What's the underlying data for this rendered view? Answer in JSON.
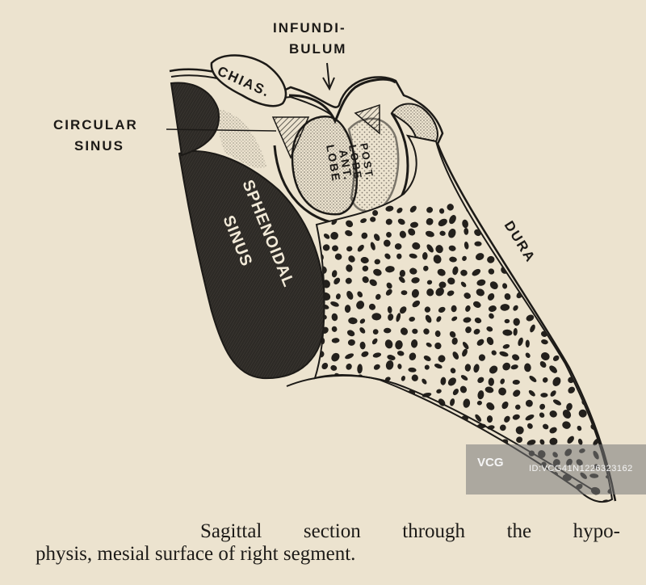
{
  "labels": {
    "infundibulum_line1": "INFUNDI-",
    "infundibulum_line2": "BULUM",
    "chiasma": "CHIAS.",
    "circular_sinus_line1": "CIRCULAR",
    "circular_sinus_line2": "SINUS",
    "posterior_lobe_line1": "POST.",
    "posterior_lobe_line2": "LOBE",
    "anterior_lobe_line1": "ANT.",
    "anterior_lobe_line2": "LOBE",
    "sphenoidal_sinus_line1": "SPHENOIDAL",
    "sphenoidal_sinus_line2": "SINUS",
    "dura": "DURA"
  },
  "caption": {
    "line1": "Sagittal section through the hypo-",
    "line2": "physis, mesial surface of right segment."
  },
  "watermark": {
    "logo": "VCG",
    "id_text": "ID:VCG41N1226323162"
  },
  "colors": {
    "paper": "#ece3cf",
    "ink": "#1c1a17"
  }
}
